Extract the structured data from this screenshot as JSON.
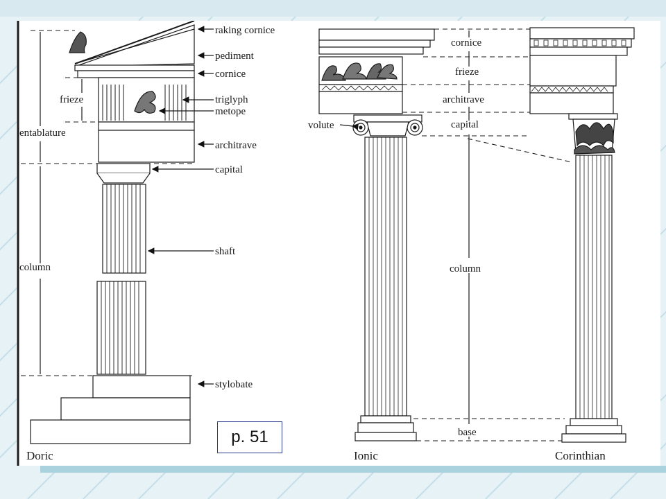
{
  "labels": {
    "raking_cornice": "raking cornice",
    "pediment": "pediment",
    "cornice_doric": "cornice",
    "triglyph": "triglyph",
    "metope": "metope",
    "architrave_doric": "architrave",
    "capital_doric": "capital",
    "shaft": "shaft",
    "stylobate": "stylobate",
    "frieze_doric": "frieze",
    "entablature": "entablature",
    "column_doric": "column",
    "cornice_center": "cornice",
    "frieze_center": "frieze",
    "architrave_center": "architrave",
    "capital_center": "capital",
    "column_center": "column",
    "base_center": "base",
    "volute": "volute"
  },
  "orders": {
    "doric": "Doric",
    "ionic": "Ionic",
    "corinthian": "Corinthian"
  },
  "page_ref": "p. 51"
}
